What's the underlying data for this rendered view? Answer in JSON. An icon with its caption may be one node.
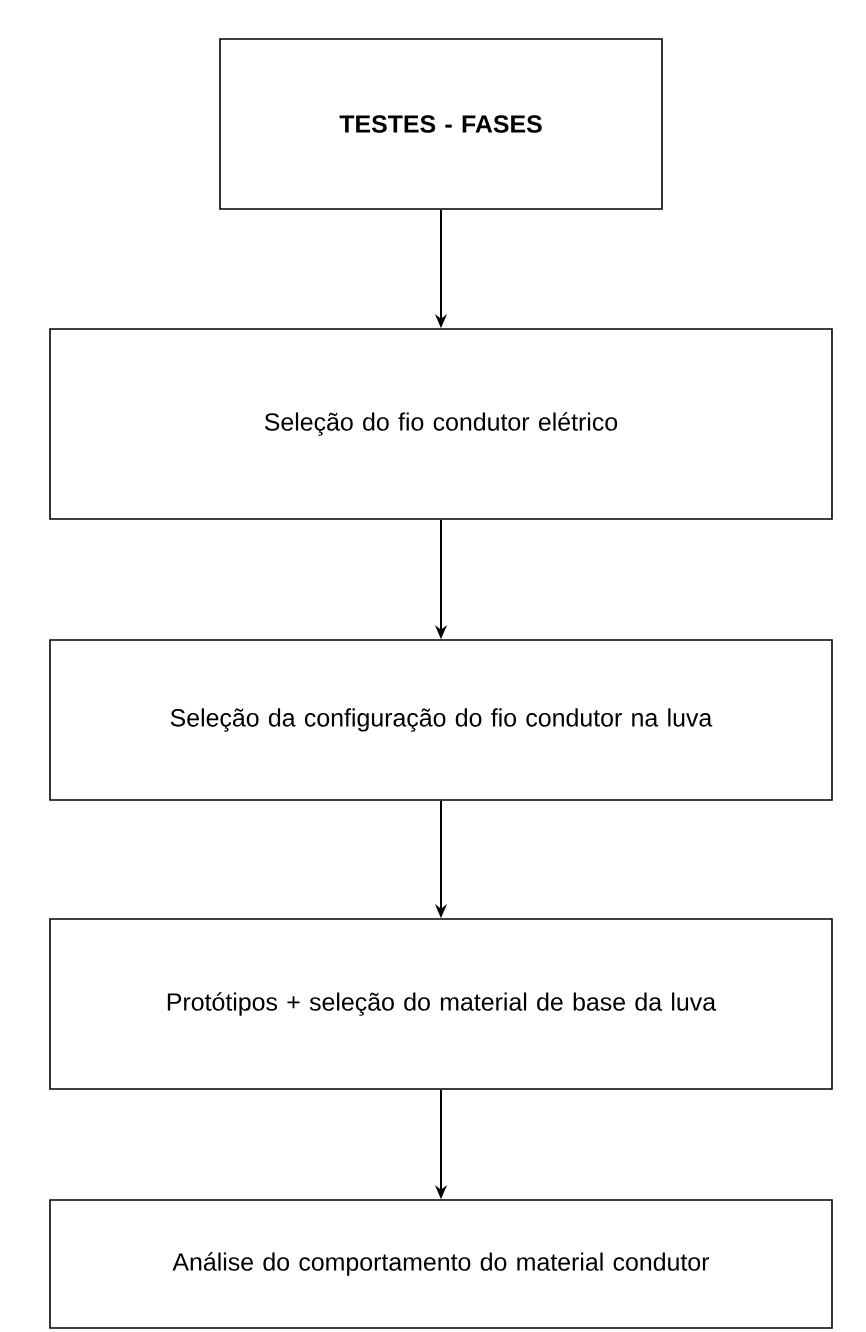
{
  "diagram": {
    "nodes": [
      {
        "text": [
          "TESTES - FASES"
        ]
      },
      {
        "text": [
          "Seleção do fio condutor elétrico"
        ]
      },
      {
        "text": [
          "Seleção da configuração do fio condutor na luva"
        ]
      },
      {
        "text": [
          "Protótipos + seleção do material de base da luva"
        ]
      },
      {
        "text": [
          "Análise do comportamento do material condutor"
        ]
      }
    ],
    "edges": [
      {
        "from": 0,
        "to": 1,
        "arrow": "to"
      },
      {
        "from": 1,
        "to": 2,
        "arrow": "to"
      },
      {
        "from": 2,
        "to": 3,
        "arrow": "to"
      },
      {
        "from": 3,
        "to": 4,
        "arrow": "to"
      }
    ]
  }
}
